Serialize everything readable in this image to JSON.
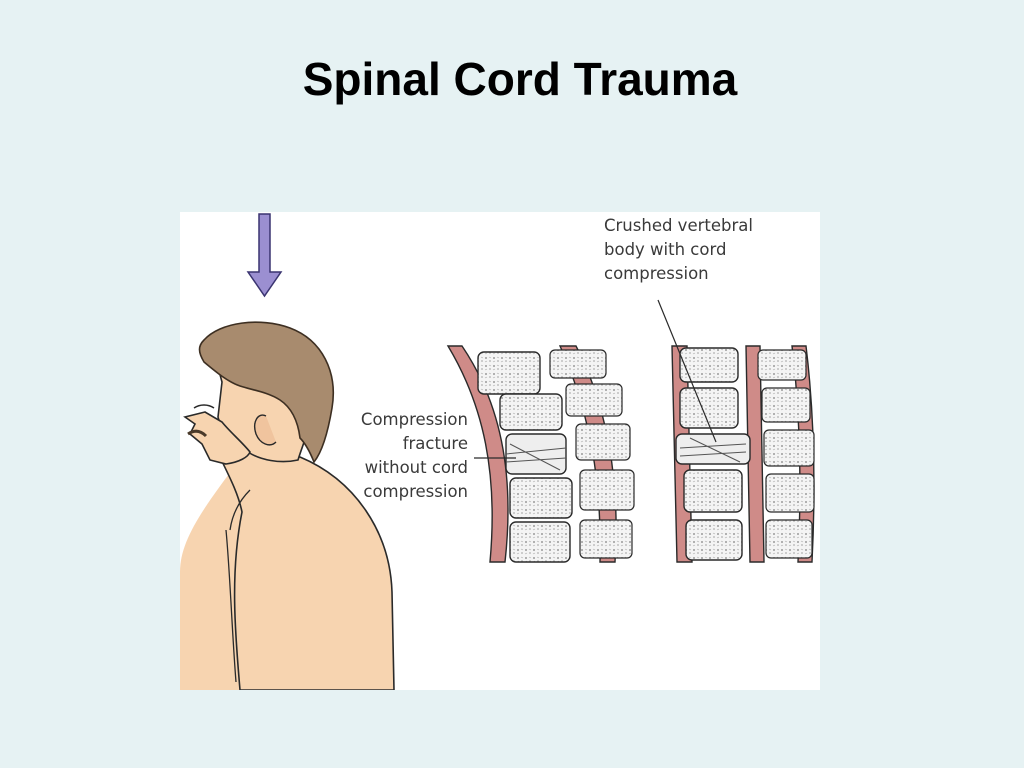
{
  "slide": {
    "title": "Spinal Cord Trauma"
  },
  "figure": {
    "icons": {
      "force_arrow": "down-arrow-icon",
      "person": "person-profile-illustration",
      "spine_fracture": "spine-section-illustration",
      "spine_crushed": "spine-section-illustration"
    },
    "colors": {
      "arrow": "#9b8fd1",
      "hair": "#a88b6e",
      "skin": "#f7d4b0",
      "spinal_cord": "#cf8b88",
      "bone_outline": "#222222"
    },
    "labels": {
      "fracture": [
        "Compression",
        "fracture",
        "without cord",
        "compression"
      ],
      "crushed": [
        "Crushed vertebral",
        "body with cord",
        "compression"
      ]
    }
  }
}
